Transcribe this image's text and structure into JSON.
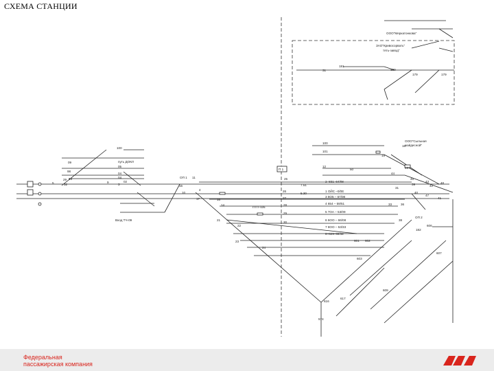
{
  "title": "СХЕМА СТАНЦИИ",
  "footer": {
    "company_line1": "Федеральная",
    "company_line2": "пассажирская компания",
    "brand_color": "#d9251d"
  },
  "diagram": {
    "right_labels": {
      "ooo_top": "ООО\"Меркатонкова\"",
      "zao_line1": "ЗАО\"Кривосорвать\"",
      "zao_line2": "тять-завод\"",
      "ooo_mid_line1": "ООО\"Сыльная",
      "ooo_mid_line2": "жайдесной\"",
      "op2": "ОП 2"
    },
    "track_labels": [
      {
        "id": "t1",
        "text": "2–831–64/08"
      },
      {
        "id": "t2",
        "text": "1 ОЙС –0/0Е"
      },
      {
        "id": "t3",
        "text": "3 8О5 – 67/08"
      },
      {
        "id": "t4",
        "text": "4 654 – 59/51"
      },
      {
        "id": "t5",
        "text": "5 7ОА – 53/09"
      },
      {
        "id": "t6",
        "text": "6 6ОО – 66/08"
      },
      {
        "id": "t7",
        "text": "7 8ОО – 53/33"
      },
      {
        "id": "t8",
        "text": "8–829–59/32"
      }
    ],
    "left_labels": {
      "depot": "путь ДОКЛ",
      "entry": "Вход ТЧ-09",
      "ibm": "ПТП-\\4/6"
    },
    "numbers": [
      "100",
      "05",
      "04",
      "04",
      "02",
      "09",
      "98",
      "13",
      "29",
      "9",
      "3",
      "5",
      "32",
      "11",
      "15",
      "4",
      "10",
      "17",
      "16",
      "14",
      "21",
      "22",
      "23",
      "24",
      "25",
      "26",
      "27",
      "28",
      "29",
      "30",
      "31",
      "33",
      "36",
      "38",
      "39",
      "40",
      "41",
      "42",
      "43",
      "44",
      "45",
      "46",
      "47",
      "48",
      "50",
      "100",
      "101",
      "12",
      "16",
      "19",
      "31",
      "181",
      "180",
      "179",
      "179",
      "182",
      "606",
      "607",
      "609",
      "603",
      "602",
      "601",
      "616",
      "617",
      "574",
      "580",
      "535"
    ],
    "short_labels": {
      "p1": "П 1",
      "s1": "7.51",
      "s2": "5.30",
      "op1": "ОП 1"
    }
  }
}
